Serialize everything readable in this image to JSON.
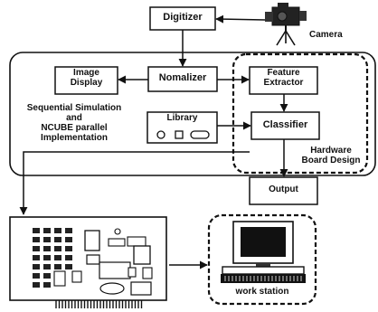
{
  "nodes": {
    "digitizer": "Digitizer",
    "camera": "Camera",
    "image_display": [
      "Image",
      "Display"
    ],
    "normalizer": "Nomalizer",
    "feature_extractor": [
      "Feature",
      "Extractor"
    ],
    "library": "Library",
    "classifier": "Classifier",
    "output": "Output",
    "work_station": "work station"
  },
  "annotations": {
    "sequential": [
      "Sequential Simulation",
      "and",
      "NCUBE parallel",
      "Implementation"
    ],
    "hardware": [
      "Hardware",
      "Board Design"
    ]
  }
}
